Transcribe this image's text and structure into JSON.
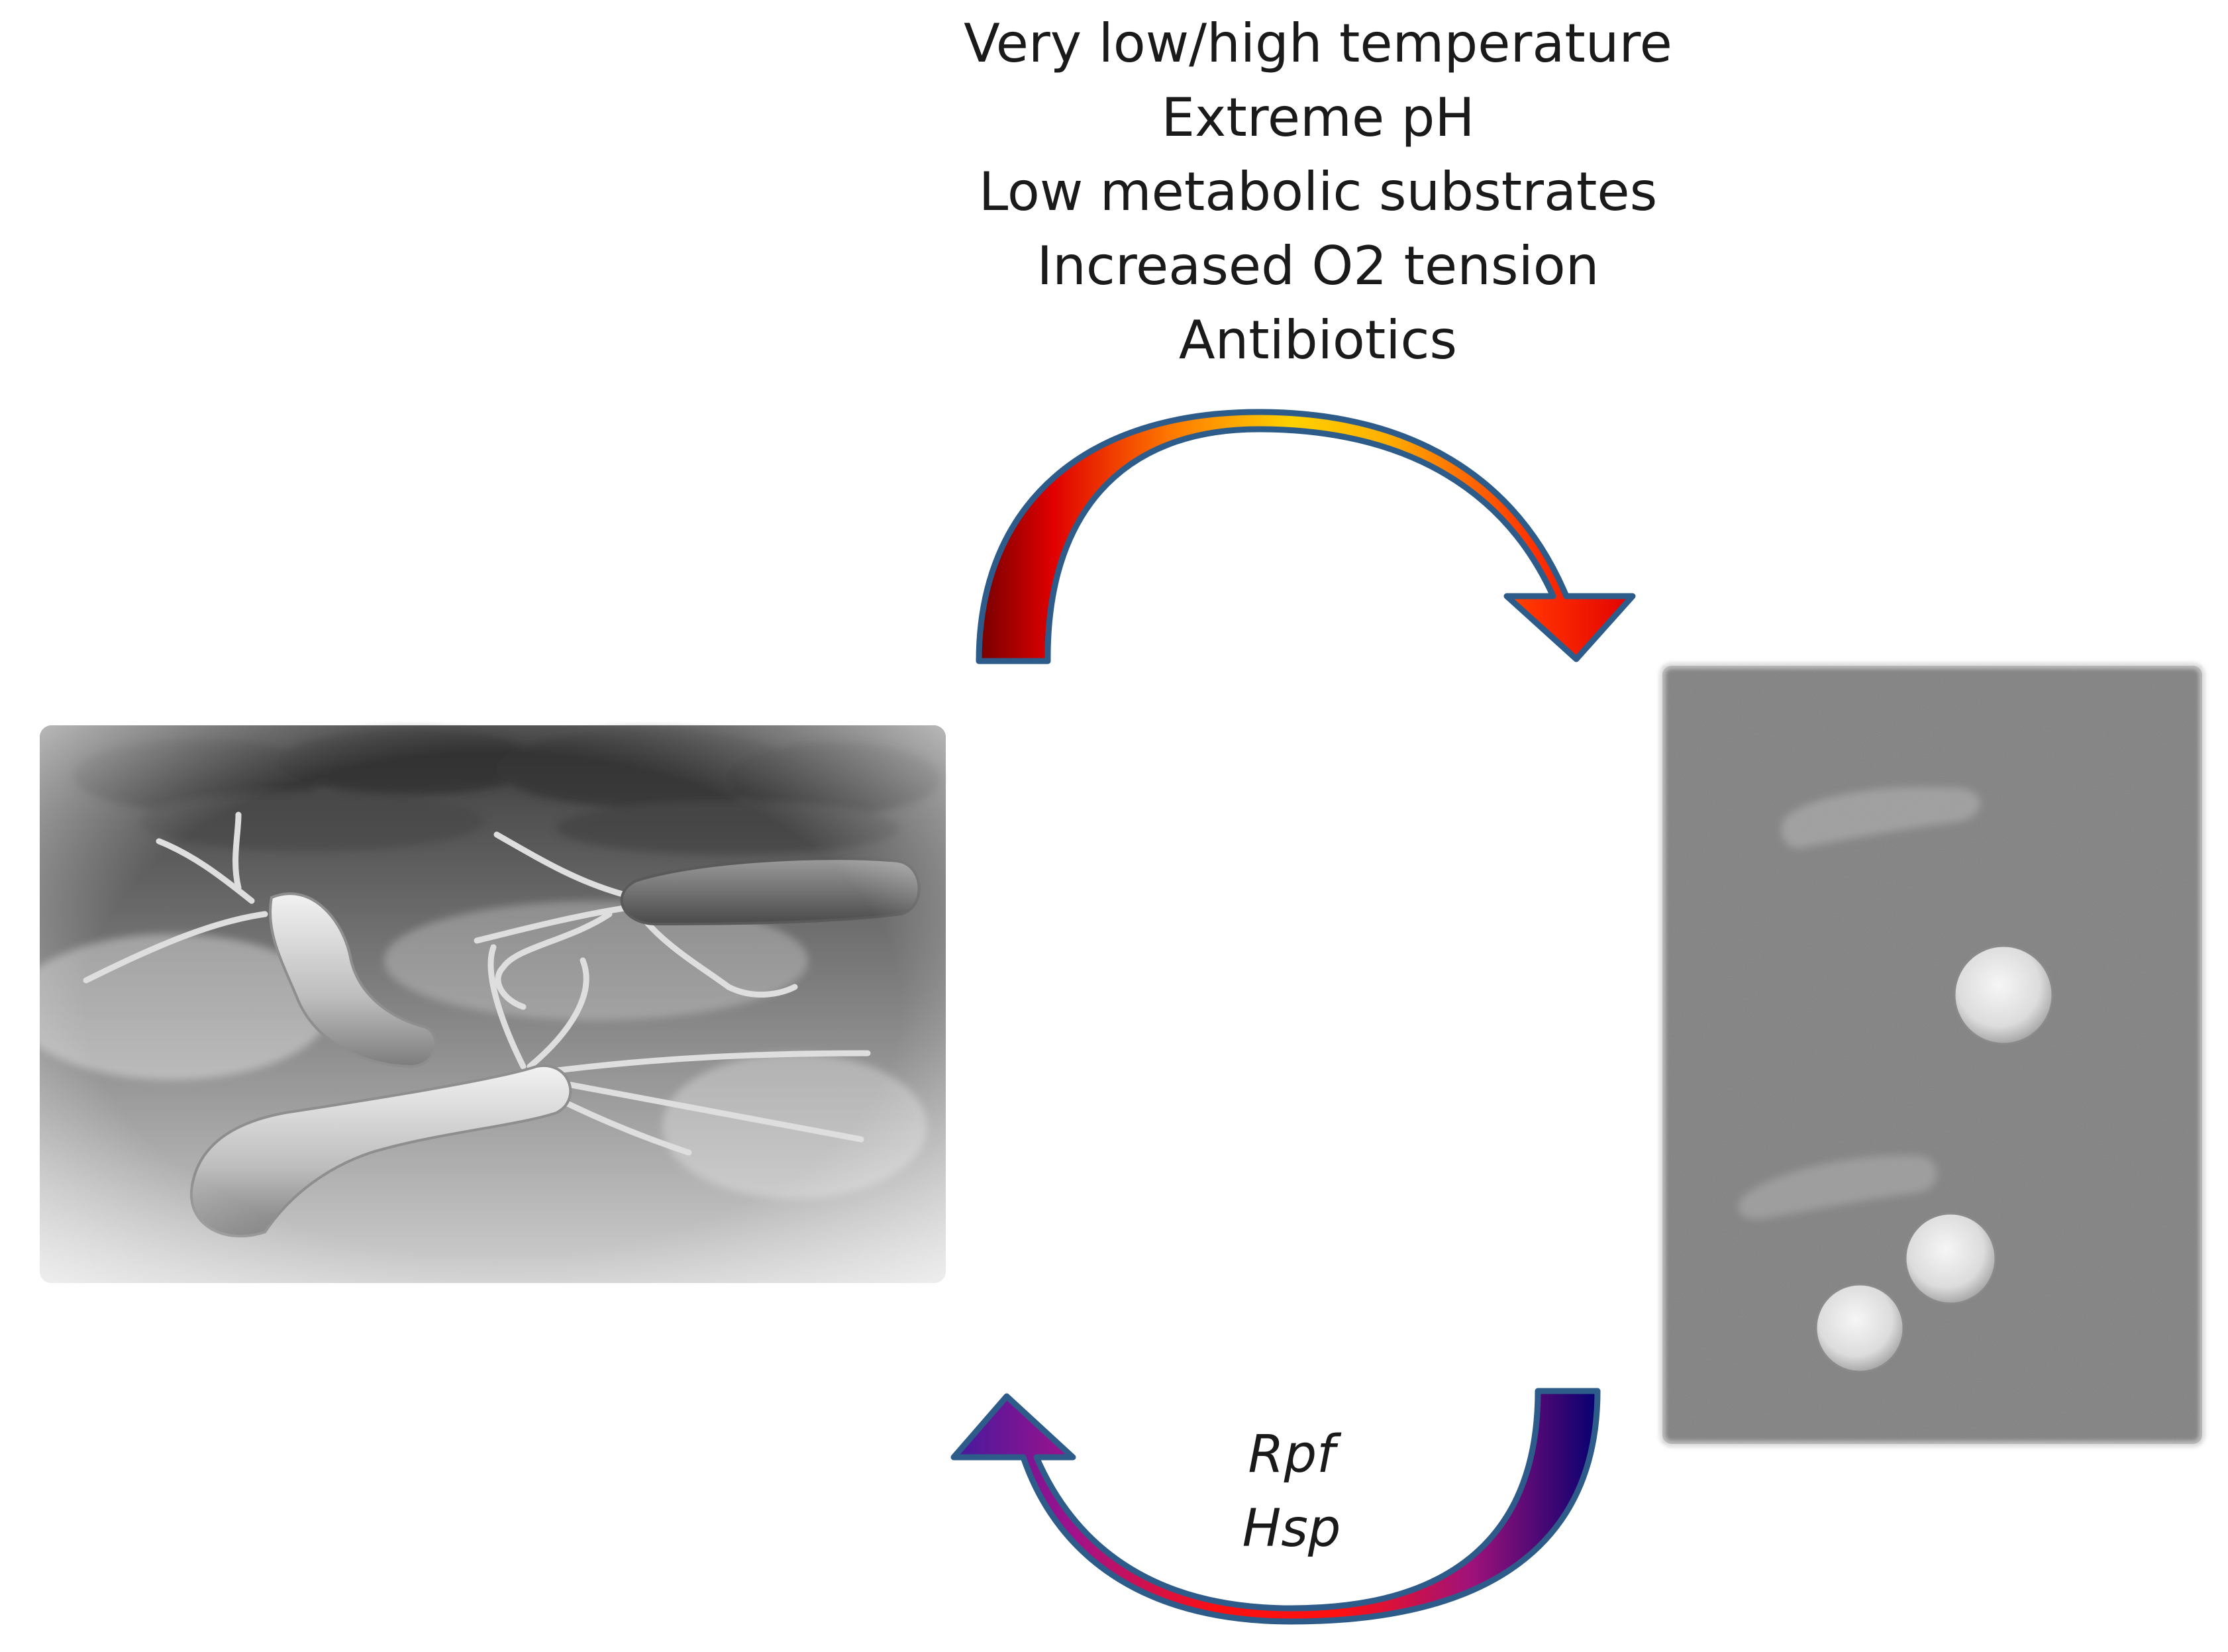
{
  "diagram": {
    "stress_factors": [
      "Very low/high temperature",
      "Extreme pH",
      "Low metabolic substrates",
      "Increased O2 tension",
      "Antibiotics"
    ],
    "resuscitation_factors": [
      "Rpf",
      "Hsp"
    ],
    "arrows": {
      "top": {
        "direction": "left-to-right",
        "gradient": [
          "#7a0000",
          "#ff0000",
          "#ff9900",
          "#ffd700",
          "#ff0000"
        ]
      },
      "bottom": {
        "direction": "right-to-left",
        "gradient": [
          "#000080",
          "#cc0066",
          "#ff0000",
          "#cc0066",
          "#330099"
        ]
      },
      "outline_color": "#2e5c8a"
    },
    "images": {
      "left": "spiral-bacteria-micrograph",
      "right": "coccoid-cells-micrograph"
    }
  }
}
